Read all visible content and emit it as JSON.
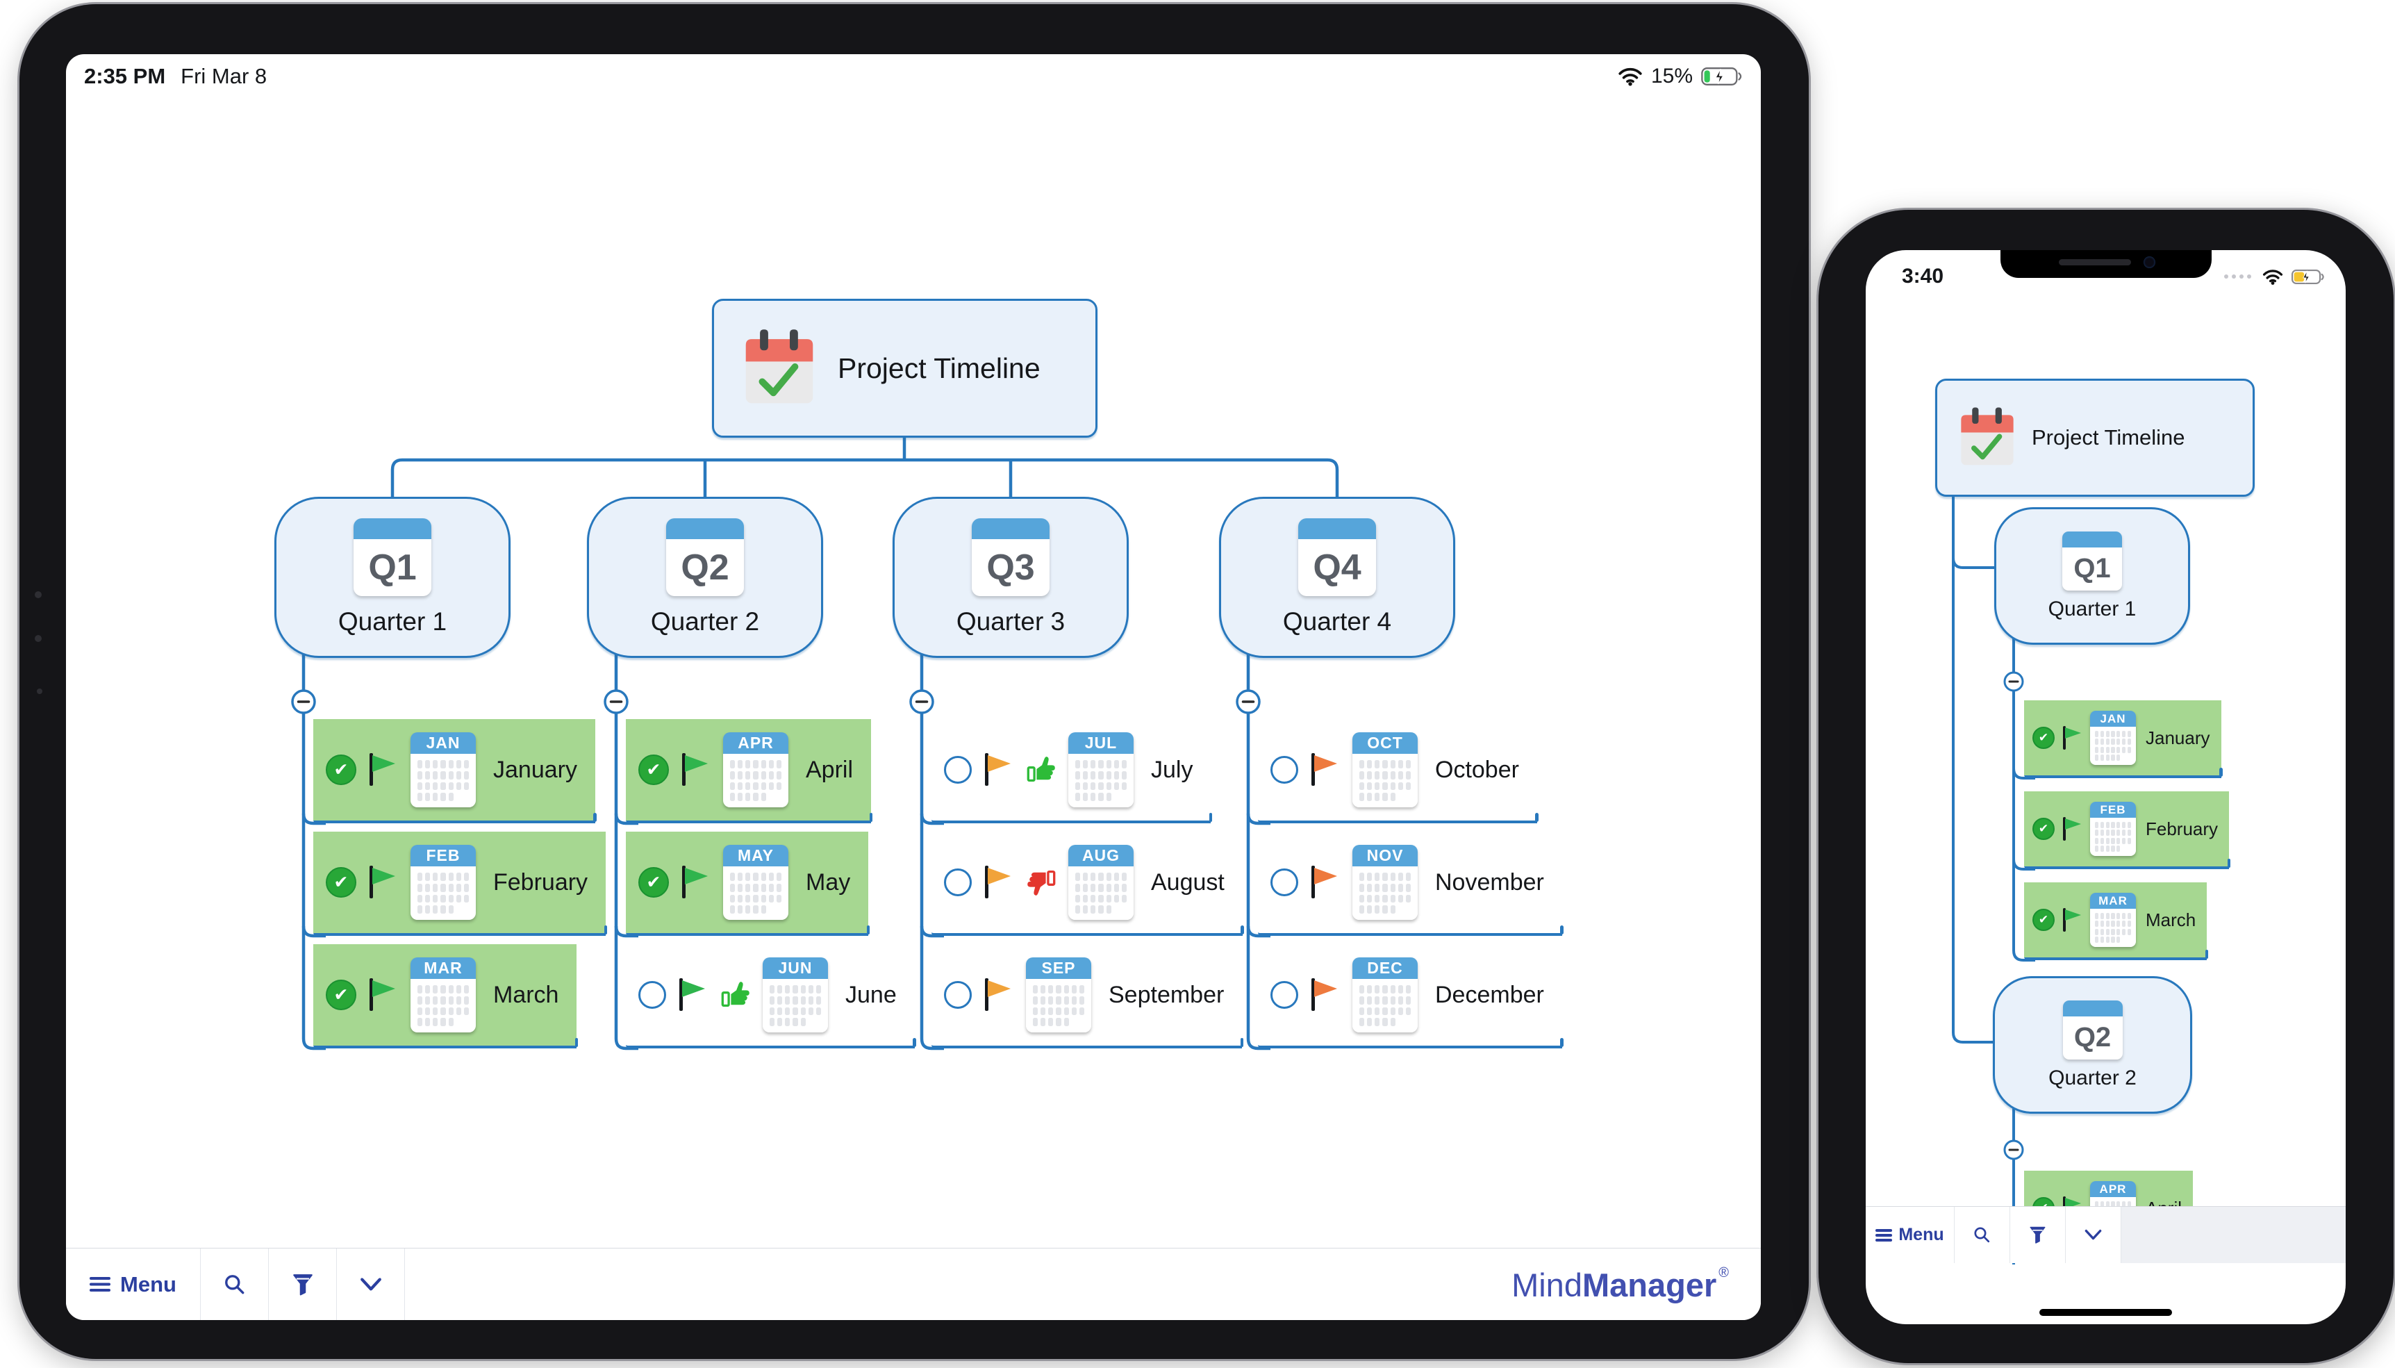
{
  "ipad": {
    "status_bar": {
      "time": "2:35 PM",
      "date": "Fri Mar 8",
      "battery_percent": "15%"
    },
    "toolbar": {
      "menu_label": "Menu"
    },
    "brand": {
      "mind": "Mind",
      "manager": "Manager",
      "registered": "®"
    }
  },
  "iphone": {
    "status_bar": {
      "time": "3:40"
    },
    "toolbar": {
      "menu_label": "Menu"
    }
  },
  "mindmap": {
    "root": {
      "label": "Project Timeline"
    },
    "quarters": [
      {
        "code": "Q1",
        "label": "Quarter 1",
        "months": [
          {
            "abbr": "JAN",
            "label": "January",
            "status": "complete",
            "flag": "green",
            "thumb": null,
            "highlighted": true
          },
          {
            "abbr": "FEB",
            "label": "February",
            "status": "complete",
            "flag": "green",
            "thumb": null,
            "highlighted": true
          },
          {
            "abbr": "MAR",
            "label": "March",
            "status": "complete",
            "flag": "green",
            "thumb": null,
            "highlighted": true
          }
        ]
      },
      {
        "code": "Q2",
        "label": "Quarter 2",
        "months": [
          {
            "abbr": "APR",
            "label": "April",
            "status": "complete",
            "flag": "green",
            "thumb": null,
            "highlighted": true
          },
          {
            "abbr": "MAY",
            "label": "May",
            "status": "complete",
            "flag": "green",
            "thumb": null,
            "highlighted": true
          },
          {
            "abbr": "JUN",
            "label": "June",
            "status": "incomplete",
            "flag": "green",
            "thumb": "up",
            "highlighted": false
          }
        ]
      },
      {
        "code": "Q3",
        "label": "Quarter 3",
        "months": [
          {
            "abbr": "JUL",
            "label": "July",
            "status": "incomplete",
            "flag": "amber",
            "thumb": "up",
            "highlighted": false
          },
          {
            "abbr": "AUG",
            "label": "August",
            "status": "incomplete",
            "flag": "amber",
            "thumb": "down",
            "highlighted": false
          },
          {
            "abbr": "SEP",
            "label": "September",
            "status": "incomplete",
            "flag": "amber",
            "thumb": null,
            "highlighted": false
          }
        ]
      },
      {
        "code": "Q4",
        "label": "Quarter 4",
        "months": [
          {
            "abbr": "OCT",
            "label": "October",
            "status": "incomplete",
            "flag": "orange",
            "thumb": null,
            "highlighted": false
          },
          {
            "abbr": "NOV",
            "label": "November",
            "status": "incomplete",
            "flag": "orange",
            "thumb": null,
            "highlighted": false
          },
          {
            "abbr": "DEC",
            "label": "December",
            "status": "incomplete",
            "flag": "orange",
            "thumb": null,
            "highlighted": false
          }
        ]
      }
    ]
  },
  "icons": {
    "toolbar": [
      "menu-hamburger-icon",
      "search-icon",
      "filter-funnel-icon",
      "chevron-down-icon"
    ],
    "status_bar": [
      "wifi-icon",
      "battery-charging-icon",
      "cellular-dots-icon"
    ],
    "map": [
      "calendar-check-icon",
      "quarter-calendar-icon",
      "month-calendar-icon",
      "task-complete-icon",
      "task-open-icon",
      "flag-icon",
      "thumbs-up-icon",
      "thumbs-down-icon",
      "collapse-minus-icon"
    ]
  },
  "colors": {
    "connector_blue": "#2878bd",
    "node_fill": "#e9f1fa",
    "calendar_header_blue": "#56a5da",
    "highlight_green": "#a6d791",
    "flag_green": "#2fb44d",
    "flag_amber": "#f1a33a",
    "flag_orange": "#ee7a3e",
    "check_green": "#28a737",
    "thumb_up_green": "#2dbb38",
    "thumb_down_red": "#e3362e",
    "toolbar_blue": "#2b3f9f",
    "logo_blue": "#4250b0",
    "root_calendar_red": "#ed6f63",
    "phone_battery_yellow": "#f5c52e"
  }
}
